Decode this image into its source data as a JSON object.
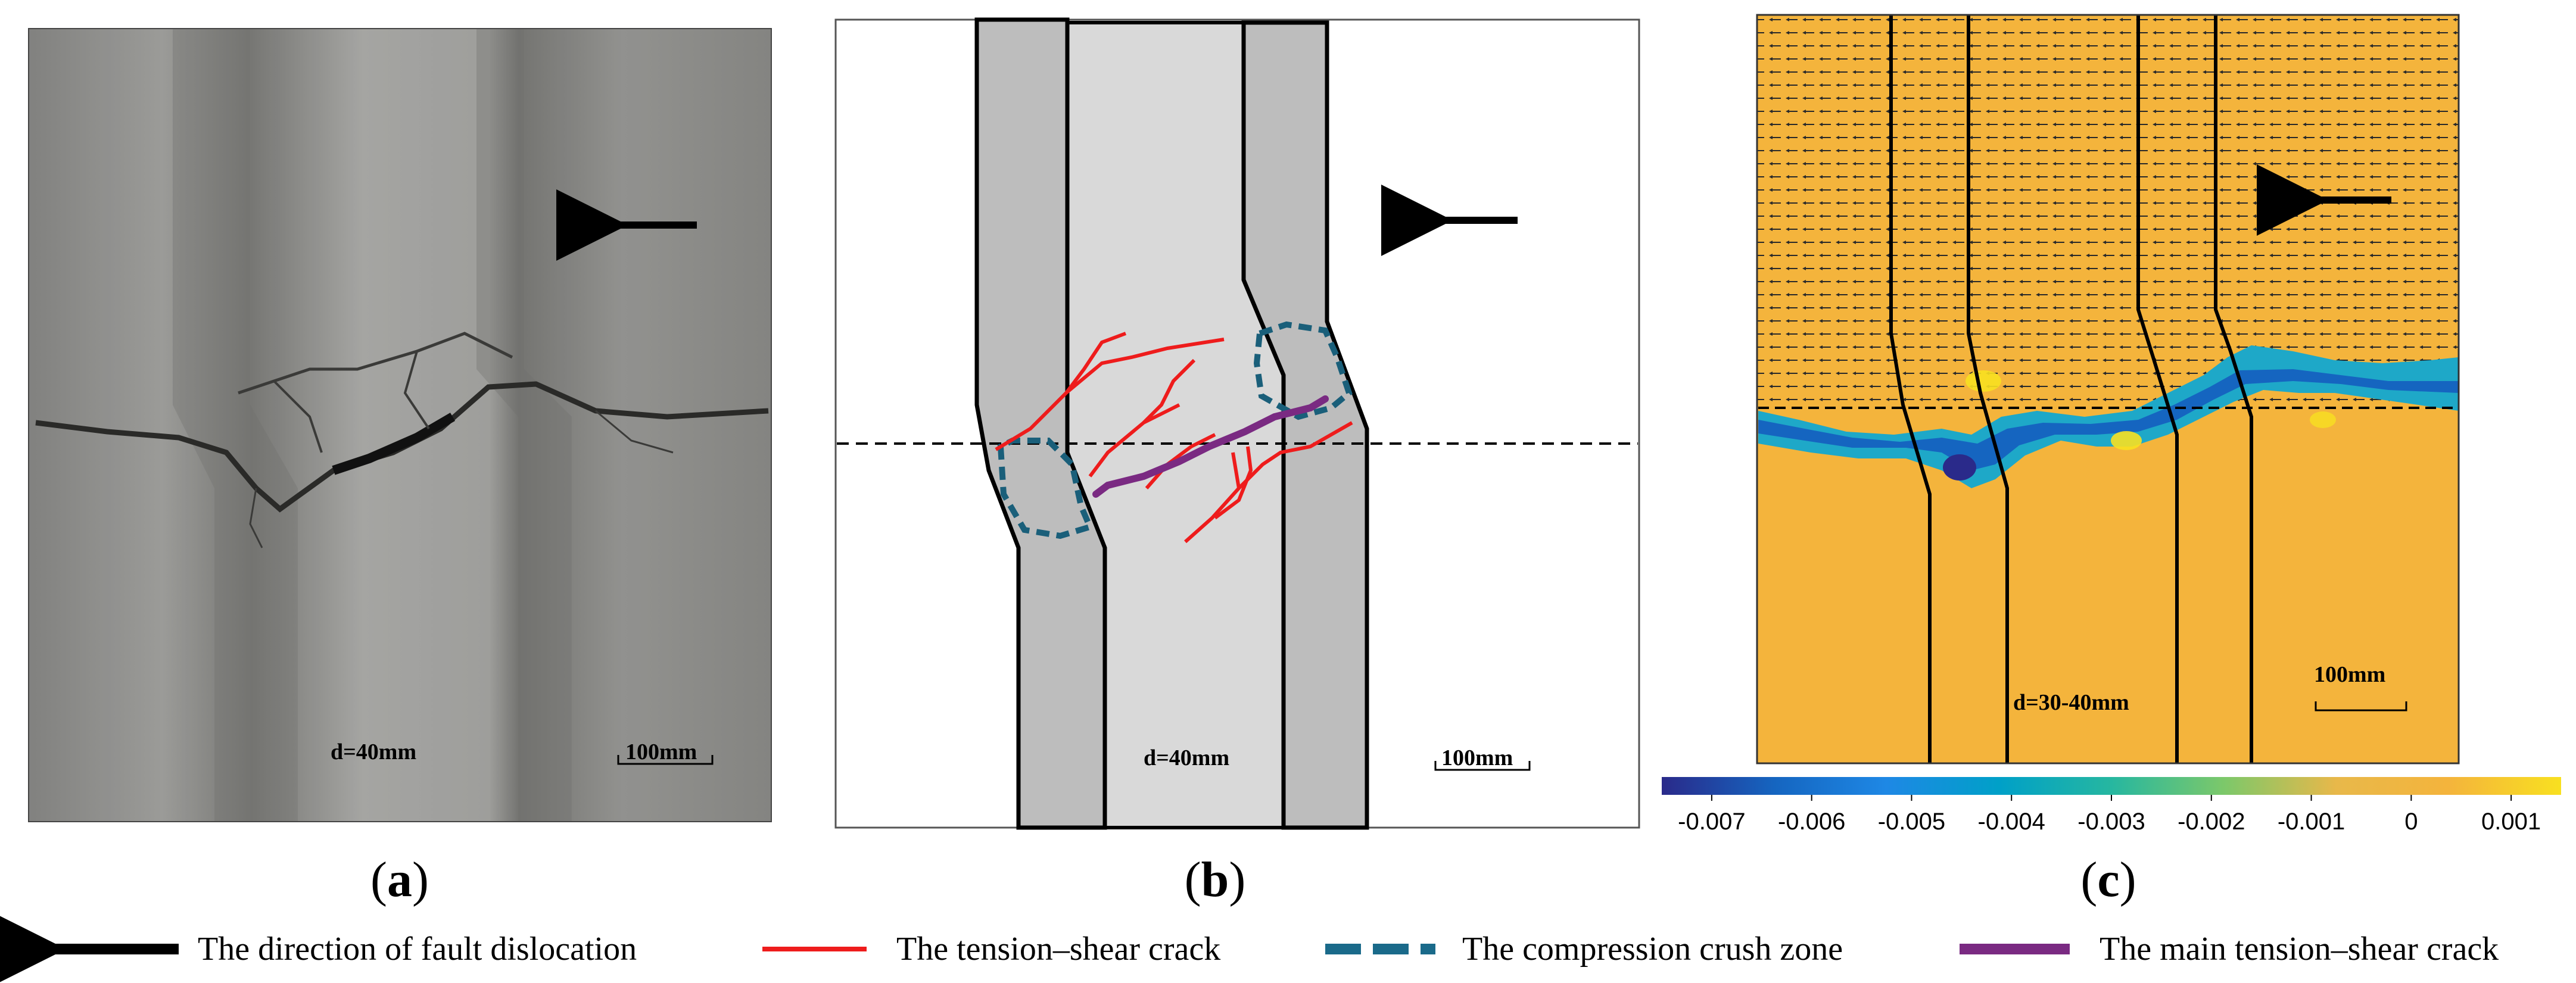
{
  "panels": {
    "a": {
      "label_letter": "a",
      "displacement": "d=40mm",
      "scale": "100mm"
    },
    "b": {
      "label_letter": "b",
      "displacement": "d=40mm",
      "scale": "100mm"
    },
    "c": {
      "label_letter": "c",
      "displacement": "d=30-40mm",
      "scale": "100mm",
      "colorbar": {
        "min": -0.0075,
        "max": 0.0015,
        "ticks": [
          "-0.007",
          "-0.006",
          "-0.005",
          "-0.004",
          "-0.003",
          "-0.002",
          "-0.001",
          "0",
          "0.001"
        ],
        "colors": [
          "#2a2a8a",
          "#1565c0",
          "#1e88e5",
          "#00a0c8",
          "#26b7a0",
          "#7cc86a",
          "#e8b84a",
          "#f4b43c",
          "#f8e020"
        ]
      }
    }
  },
  "legend": {
    "items": [
      {
        "label": "The direction of fault dislocation",
        "color": "#000000",
        "style": "arrow"
      },
      {
        "label": "The tension–shear crack",
        "color": "#ee1c1c",
        "style": "line"
      },
      {
        "label": "The compression crush zone",
        "color": "#1a6a8a",
        "style": "dashed"
      },
      {
        "label": "The main tension–shear crack",
        "color": "#7a2a82",
        "style": "line"
      }
    ]
  }
}
